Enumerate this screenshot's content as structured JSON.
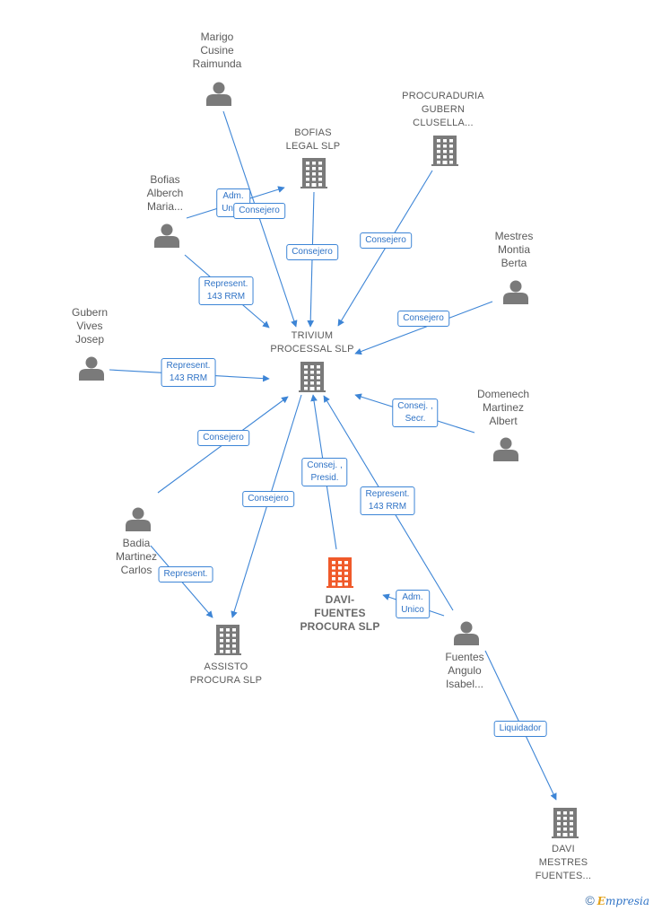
{
  "colors": {
    "edge": "#3d85d6",
    "node": "#7a7a7a",
    "focus": "#f05a2a"
  },
  "nodes": {
    "marigo": {
      "type": "person",
      "label": "Marigo\nCusine\nRaimunda"
    },
    "bofias_legal": {
      "type": "company",
      "label": "BOFIAS\nLEGAL  SLP"
    },
    "procuraduria": {
      "type": "company",
      "label": "PROCURADURIA\nGUBERN\nCLUSELLA..."
    },
    "bofias_alberch": {
      "type": "person",
      "label": "Bofias\nAlberch\nMaria..."
    },
    "mestres_montia": {
      "type": "person",
      "label": "Mestres\nMontia\nBerta"
    },
    "gubern_vives": {
      "type": "person",
      "label": "Gubern\nVives\nJosep"
    },
    "trivium": {
      "type": "company",
      "label": "TRIVIUM\nPROCESSAL SLP"
    },
    "domenech": {
      "type": "person",
      "label": "Domenech\nMartinez\nAlbert"
    },
    "badia": {
      "type": "person",
      "label": "Badia\nMartinez\nCarlos"
    },
    "davi_fuentes": {
      "type": "focus",
      "label": "DAVI-\nFUENTES\nPROCURA  SLP"
    },
    "fuentes_angulo": {
      "type": "person",
      "label": "Fuentes\nAngulo\nIsabel..."
    },
    "assisto": {
      "type": "company",
      "label": "ASSISTO\nPROCURA  SLP"
    },
    "davi_mestres": {
      "type": "company",
      "label": "DAVI\nMESTRES\nFUENTES..."
    }
  },
  "edges": [
    {
      "label": "Adm.\nUnico",
      "from": "bofias_alberch",
      "to": "bofias_legal"
    },
    {
      "label": "Consejero",
      "from": "marigo",
      "to": "trivium"
    },
    {
      "label": "Consejero",
      "from": "bofias_legal",
      "to": "trivium"
    },
    {
      "label": "Consejero",
      "from": "procuraduria",
      "to": "trivium"
    },
    {
      "label": "Represent.\n143 RRM",
      "from": "bofias_alberch",
      "to": "trivium"
    },
    {
      "label": "Consejero",
      "from": "mestres_montia",
      "to": "trivium"
    },
    {
      "label": "Represent.\n143 RRM",
      "from": "gubern_vives",
      "to": "trivium"
    },
    {
      "label": "Consej. ,\nSecr.",
      "from": "domenech",
      "to": "trivium"
    },
    {
      "label": "Consejero",
      "from": "badia",
      "to": "trivium"
    },
    {
      "label": "Consejero",
      "from": "trivium",
      "to": "assisto"
    },
    {
      "label": "Consej. ,\nPresid.",
      "from": "davi_fuentes",
      "to": "trivium"
    },
    {
      "label": "Represent.\n143 RRM",
      "from": "fuentes_angulo",
      "to": "trivium"
    },
    {
      "label": "Represent.",
      "from": "badia",
      "to": "assisto"
    },
    {
      "label": "Adm.\nUnico",
      "from": "fuentes_angulo",
      "to": "davi_fuentes"
    },
    {
      "label": "Liquidador",
      "from": "fuentes_angulo",
      "to": "davi_mestres"
    }
  ],
  "brand": {
    "copyright": "©",
    "initial": "E",
    "rest": "mpresia"
  }
}
